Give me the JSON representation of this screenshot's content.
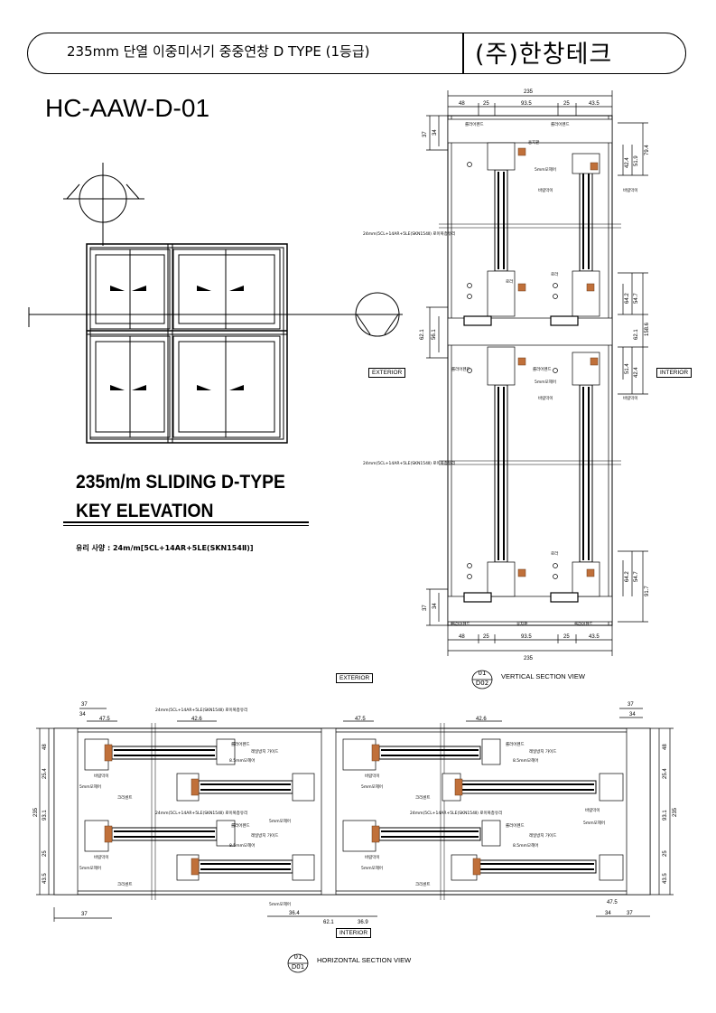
{
  "header": {
    "title": "235mm 단열 이중미서기 중중연창 D TYPE (1등급)",
    "company": "(주)한창테크"
  },
  "drawing_code": "HC-AAW-D-01",
  "key_elevation": {
    "title_line1": "235m/m SLIDING D-TYPE",
    "title_line2": "KEY ELEVATION",
    "glass_spec": "유리 사양 : 24m/m[5CL+14AR+5LE(SKN154Ⅱ)]"
  },
  "vertical_section": {
    "exterior_tag": "EXTERIOR",
    "interior_tag": "INTERIOR",
    "mark_top": "01",
    "mark_bottom": "D02",
    "caption": "VERTICAL SECTION VIEW",
    "dims": {
      "top_total": "235",
      "top_a": "48",
      "top_b": "25",
      "top_c": "93.5",
      "top_d": "25",
      "top_e": "43.5",
      "r1": "79.4",
      "r2": "51.9",
      "r3": "42.4",
      "r4": "64.2",
      "r5": "54.7",
      "r6": "158.6",
      "r7": "62.1",
      "r8": "51.4",
      "r9": "42.4",
      "r10": "64.2",
      "r11": "54.7",
      "r12": "91.7",
      "l1": "37",
      "l2": "34",
      "l3": "62.1",
      "l4": "56.1",
      "l5": "37",
      "l6": "34"
    },
    "labels": {
      "glass": "24mm(5CL+14AR+5LE(SKN154Ⅱ) 로이복층유리",
      "roller": "롤러어펜드",
      "moheal": "5mm모헤어",
      "wind": "바람막이",
      "bracket": "용지판",
      "lock": "로라"
    }
  },
  "horizontal_section": {
    "exterior_tag": "EXTERIOR",
    "interior_tag": "INTERIOR",
    "mark_top": "01",
    "mark_bottom": "D01",
    "caption": "HORIZONTAL SECTION VIEW",
    "dims": {
      "left_top": "37",
      "left_mid": "34",
      "a": "47.5",
      "b": "42.6",
      "c": "47.5",
      "d": "42.6",
      "right_top": "37",
      "right_mid": "34",
      "v1": "48",
      "v2": "25.4",
      "v3": "93.1",
      "v4": "25",
      "v5": "43.5",
      "vt": "235",
      "bot1": "37",
      "bot2": "36.4",
      "bot3": "62.1",
      "bot4": "36.9",
      "bot5": "47.5",
      "bot6": "34",
      "bot7": "37"
    },
    "labels": {
      "glass": "24mm(5CL+14AR+5LE(SKN154Ⅱ) 로이복층유리",
      "roller": "롤러어펜드",
      "guide": "레일방지 가이드",
      "moheal85": "8.5mm모헤어",
      "moheal5": "5mm모헤어",
      "wind": "바람막이",
      "crescent": "크리센트"
    }
  }
}
